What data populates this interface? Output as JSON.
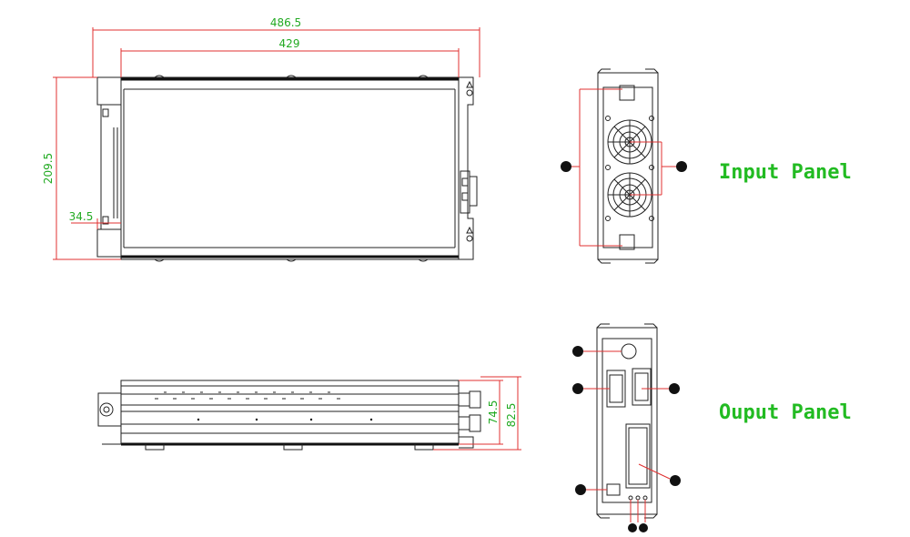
{
  "dimensions": {
    "overall_length": "486.5",
    "body_length": "429",
    "height": "209.5",
    "mount_width": "34.5",
    "side_height_inner": "74.5",
    "side_height_outer": "82.5"
  },
  "labels": {
    "input_panel": "Input Panel",
    "output_panel": "Ouput Panel"
  },
  "colors": {
    "dimension_line": "#e03030",
    "label_green": "#22bb22",
    "drawing_stroke": "#222222"
  }
}
